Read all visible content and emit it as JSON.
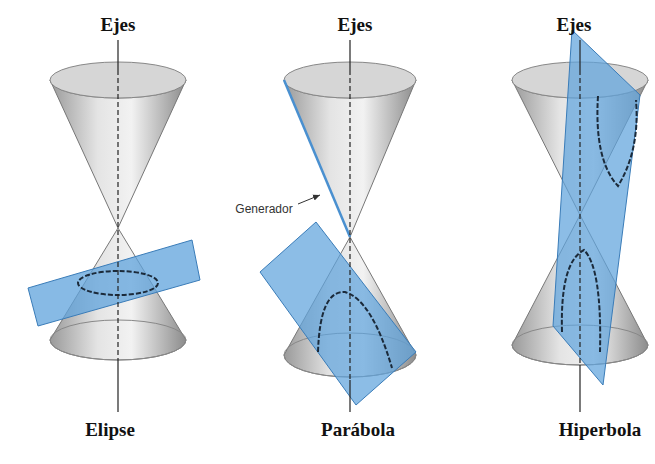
{
  "diagram": {
    "labels": [
      "Ejes",
      "Ejes",
      "Ejes",
      "Generador",
      "Elipse",
      "Parábola",
      "Hiperbola"
    ]
  }
}
